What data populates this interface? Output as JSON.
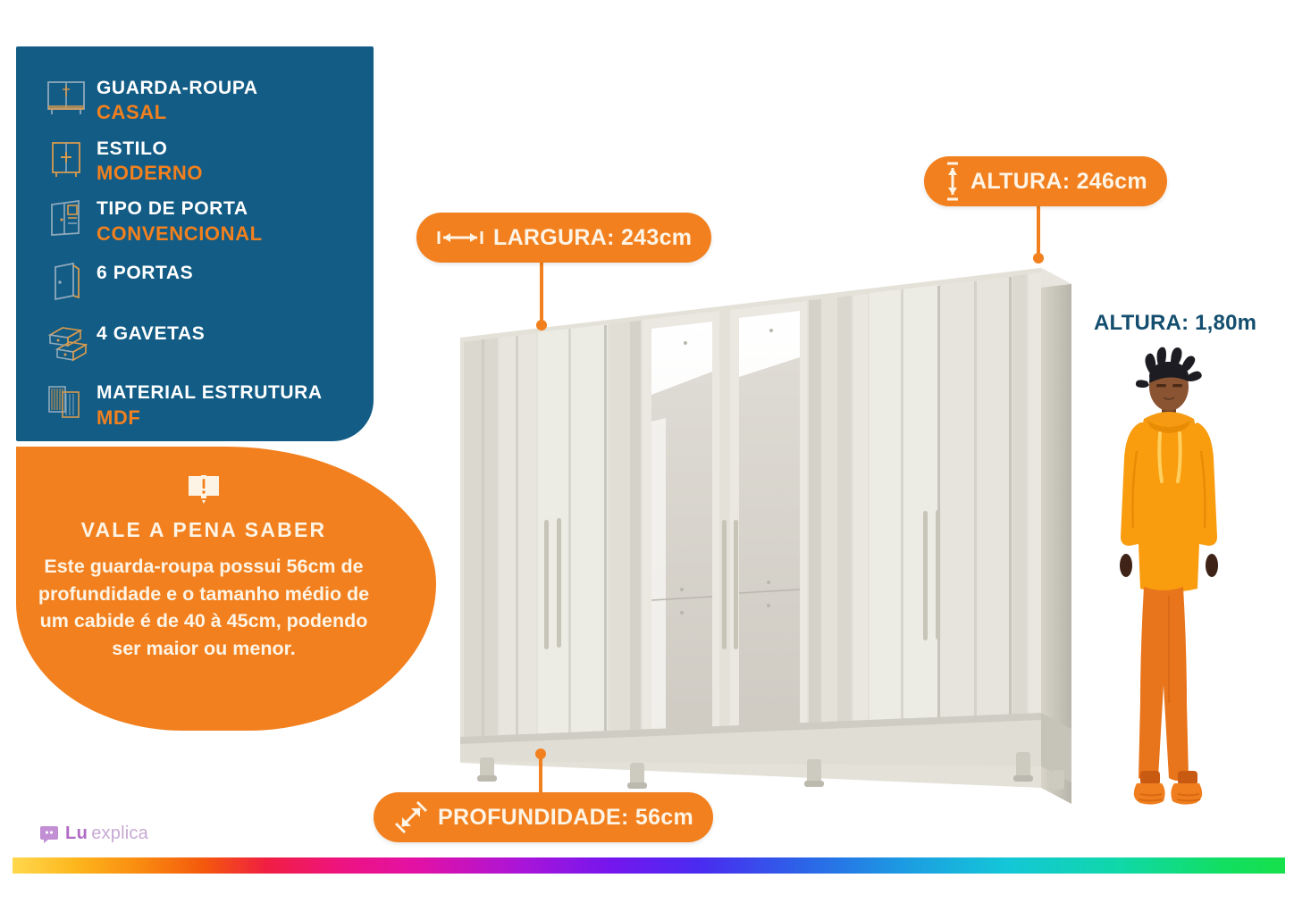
{
  "colors": {
    "panel_blue": "#125C85",
    "accent_orange": "#F2801E",
    "text_cream": "#FDF4E6",
    "label_white": "#FFFFFF",
    "person_label_blue": "#134E6F"
  },
  "spec_panel": {
    "items": [
      {
        "icon": "wardrobe-double-icon",
        "label": "GUARDA-ROUPA",
        "value": "CASAL"
      },
      {
        "icon": "wardrobe-style-icon",
        "label": "ESTILO",
        "value": "MODERNO"
      },
      {
        "icon": "door-type-icon",
        "label": "TIPO DE PORTA",
        "value": "CONVENCIONAL"
      },
      {
        "icon": "single-door-icon",
        "label": "6  PORTAS",
        "value": ""
      },
      {
        "icon": "drawers-icon",
        "label": "4 GAVETAS",
        "value": ""
      },
      {
        "icon": "material-panel-icon",
        "label": "MATERIAL ESTRUTURA",
        "value": "MDF"
      }
    ]
  },
  "tip": {
    "icon": "open-book-alert-icon",
    "title": "VALE A PENA SABER",
    "body": "Este guarda-roupa possui 56cm de profundidade e o tamanho médio de um cabide é de 40 à 45cm, podendo ser maior ou menor."
  },
  "badges": {
    "largura": {
      "icon": "horizontal-arrow-icon",
      "label": "LARGURA: 243cm"
    },
    "altura": {
      "icon": "vertical-arrow-icon",
      "label": "ALTURA: 246cm"
    },
    "profundidade": {
      "icon": "diagonal-arrow-icon",
      "label": "PROFUNDIDADE: 56cm"
    }
  },
  "person": {
    "height_label": "ALTURA: 1,80m"
  },
  "product": {
    "name": "guarda-roupa-casal-6-portas",
    "doors": 6,
    "drawers": 4,
    "mirror_doors": 2
  },
  "logo": {
    "mark": "lu-chat-icon",
    "brand": "Lu",
    "suffix": "explica"
  }
}
